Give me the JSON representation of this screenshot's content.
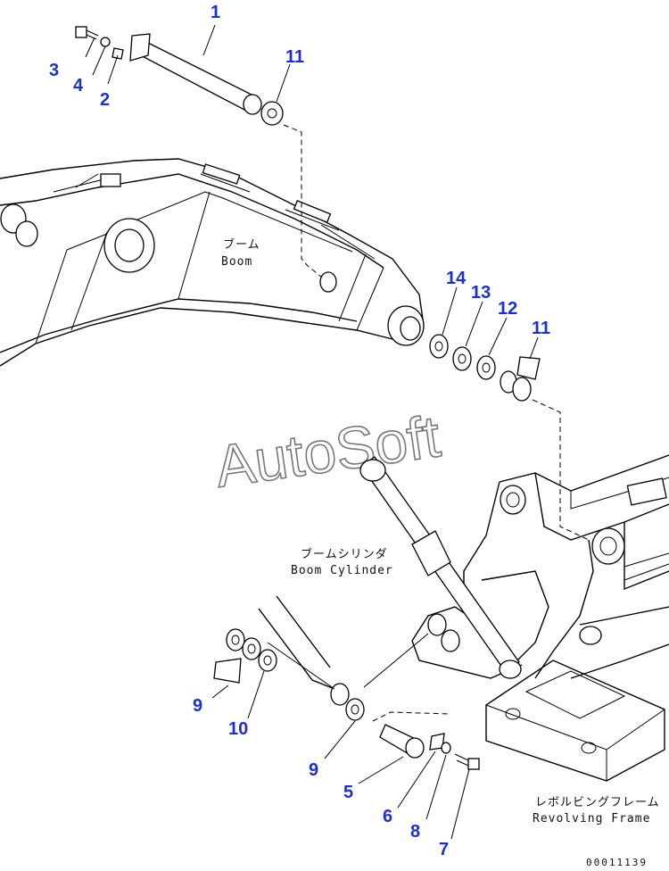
{
  "diagram": {
    "watermark": "AutoSoft",
    "labels": {
      "boom_jp": "ブーム",
      "boom_en": "Boom",
      "cylinder_jp": "ブームシリンダ",
      "cylinder_en": "Boom Cylinder",
      "frame_jp": "レボルビングフレーム",
      "frame_en": "Revolving Frame"
    },
    "callouts": [
      "1",
      "2",
      "3",
      "4",
      "11",
      "14",
      "13",
      "12",
      "11",
      "9",
      "10",
      "9",
      "5",
      "6",
      "8",
      "7"
    ],
    "document_number": "00011139",
    "callout_color": "#1a2fd4"
  }
}
